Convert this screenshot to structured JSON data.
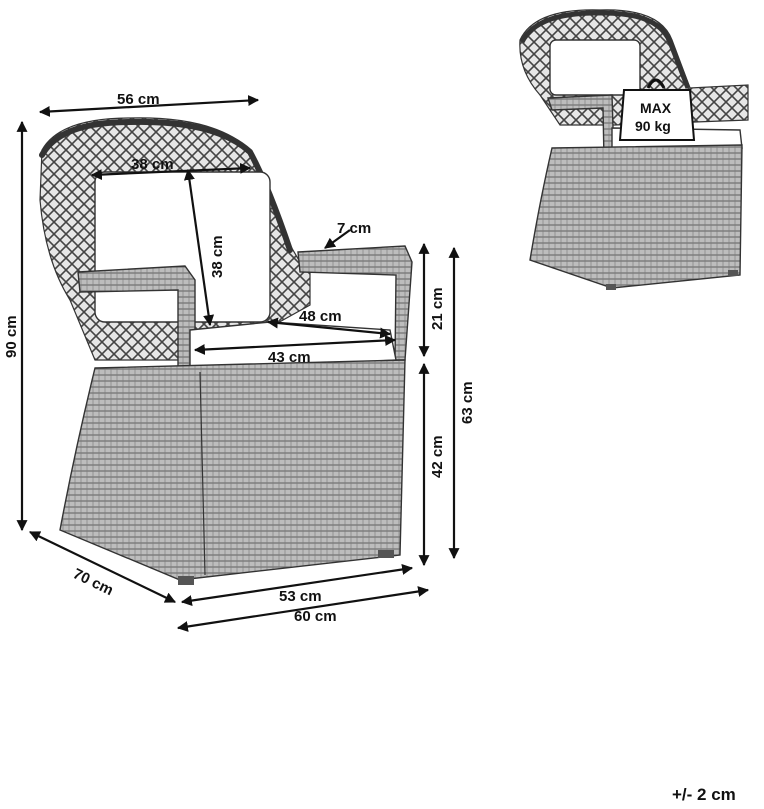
{
  "dimensions": {
    "width_top": "56 cm",
    "backrest_width": "38 cm",
    "backrest_height": "38 cm",
    "armrest_width": "7 cm",
    "seat_depth": "48 cm",
    "seat_width": "43 cm",
    "total_height": "90 cm",
    "armrest_height_above_seat": "21 cm",
    "seat_height": "42 cm",
    "armrest_height": "63 cm",
    "depth": "70 cm",
    "base_width": "53 cm",
    "total_width": "60 cm"
  },
  "load_badge": {
    "line1": "MAX",
    "line2": "90 kg"
  },
  "tolerance": "+/- 2 cm",
  "colors": {
    "ink": "#111111",
    "wicker": "#8a8a8a",
    "background": "#ffffff"
  }
}
